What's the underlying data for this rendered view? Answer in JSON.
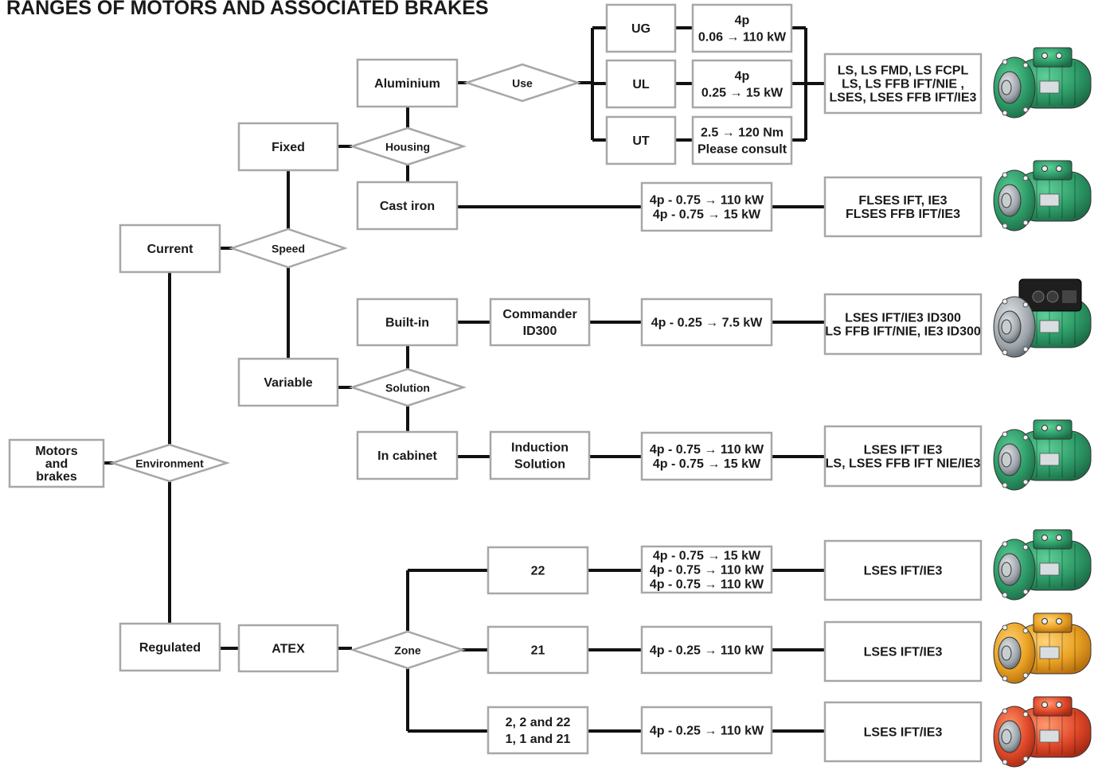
{
  "title": "RANGES OF MOTORS AND ASSOCIATED BRAKES",
  "colors": {
    "line": "#111111",
    "box_border": "#a7a7a7",
    "motor_green": "#2f9e6a",
    "motor_orange": "#e8a020",
    "motor_red": "#e0452a",
    "drive_black": "#222222"
  },
  "boxes": {
    "motors": [
      "Motors",
      "and",
      "brakes"
    ],
    "current": "Current",
    "regulated": "Regulated",
    "fixed": "Fixed",
    "variable": "Variable",
    "atex": "ATEX",
    "aluminium": "Aluminium",
    "cast_iron": "Cast iron",
    "built_in": "Built-in",
    "in_cabinet": "In cabinet",
    "ug": "UG",
    "ul": "UL",
    "ut": "UT",
    "commander": [
      "Commander",
      "ID300"
    ],
    "induction": [
      "Induction",
      "Solution"
    ],
    "z22": "22",
    "z21": "21",
    "zmulti": [
      "2, 2 and 22",
      "1, 1 and 21"
    ]
  },
  "diamonds": {
    "environment": "Environment",
    "speed": "Speed",
    "housing": "Housing",
    "use": "Use",
    "solution": "Solution",
    "zone": "Zone"
  },
  "power": {
    "ug": [
      "4p",
      "0.06  → 110 kW"
    ],
    "ul": [
      "4p",
      "0.25  → 15 kW"
    ],
    "ut": [
      "2.5  → 120 Nm",
      "Please consult"
    ],
    "cast": [
      "4p - 0.75  → 110 kW",
      "4p - 0.75  → 15 kW"
    ],
    "builtin": [
      "4p - 0.25  → 7.5 kW"
    ],
    "cabinet": [
      "4p - 0.75  → 110 kW",
      "4p - 0.75  → 15 kW"
    ],
    "z22": [
      "4p - 0.75  → 15 kW",
      "4p - 0.75  → 110 kW",
      "4p - 0.75  → 110 kW"
    ],
    "z21": [
      "4p - 0.25  → 110 kW"
    ],
    "zmulti": [
      "4p - 0.25  → 110 kW"
    ]
  },
  "products": {
    "aluminium": [
      "LS, LS FMD, LS FCPL",
      "LS, LS FFB IFT/NIE ,",
      "LSES, LSES FFB IFT/IE3"
    ],
    "cast": [
      "FLSES IFT, IE3",
      "FLSES FFB IFT/IE3"
    ],
    "builtin": [
      "LSES IFT/IE3 ID300",
      "LS FFB IFT/NIE, IE3 ID300"
    ],
    "cabinet": [
      "LSES IFT IE3",
      "LS, LSES FFB IFT NIE/IE3"
    ],
    "z22": [
      "LSES IFT/IE3"
    ],
    "z21": [
      "LSES IFT/IE3"
    ],
    "zmulti": [
      "LSES IFT/IE3"
    ]
  }
}
